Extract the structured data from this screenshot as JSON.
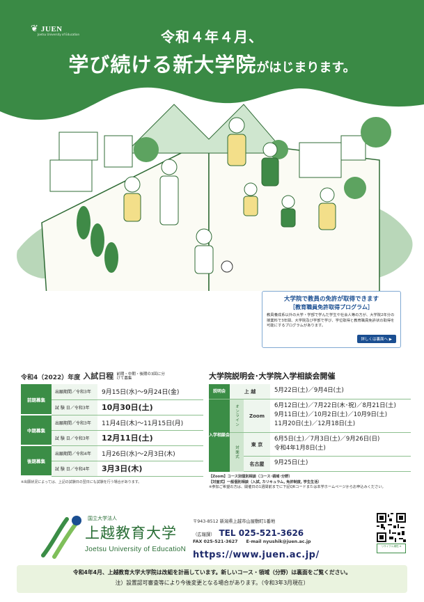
{
  "header": {
    "brand": "JUEN",
    "brand_sub": "Joetsu University of Education",
    "headline_line1": "令和４年４月、",
    "headline_main": "学び続ける新大学院",
    "headline_tail": "がはじまります。"
  },
  "license_box": {
    "title": "大学院で教員の免許が取得できます",
    "subtitle": "［教育職員免許取得プログラム］",
    "desc": "教員養成系以外の大学・学部で学んだ学生や社会人等の方が、大学院2年分の授業料で3年間、大学院及び学部で学び、学位取得と教育職員免許状の取得を可能にするプログラムがあります。",
    "more": "詳しくは裏面へ ▶"
  },
  "schedule": {
    "year": "令和4（2022）年度",
    "title": "入試日程",
    "note": "前期・中期・後期の3回に分けて募集",
    "rows": [
      {
        "period": "前期募集",
        "label": "出願期間／令和3年",
        "value": "9月15日(水)～9月24日(金)",
        "big": false
      },
      {
        "period": "",
        "label": "試 験 日／令和3年",
        "value": "10月30日(土)",
        "big": true
      },
      {
        "period": "中期募集",
        "label": "出願期間／令和3年",
        "value": "11月4日(木)～11月15日(月)",
        "big": false
      },
      {
        "period": "",
        "label": "試 験 日／令和3年",
        "value": "12月11日(土)",
        "big": true
      },
      {
        "period": "後期募集",
        "label": "出願期間／令和4年",
        "value": "1月26日(水)～2月3日(木)",
        "big": false
      },
      {
        "period": "",
        "label": "試 験 日／令和4年",
        "value": "3月3日(木)",
        "big": true
      }
    ],
    "footnote": "※出願状況によっては、上記の試験日の翌日にも試験を行う場合があります。"
  },
  "seminar": {
    "title": "大学院説明会･大学院入学相談会開催",
    "briefing_cat": "説明会",
    "briefing_place": "上 越",
    "briefing_dates": "5月22日(土)／9月4日(土)",
    "consult_cat": "入学相談会",
    "online_label": "オンライン",
    "zoom_place": "Zoom",
    "zoom_dates_1": "6月12日(土)／7月22日(木･祝)／8月21日(土)",
    "zoom_dates_2": "9月11日(土)／10月2日(土)／10月9日(土)",
    "zoom_dates_3": "11月20日(土)／12月18日(土)",
    "inperson_label": "対面式",
    "tokyo_place": "東 京",
    "tokyo_dates_1": "6月5日(土)／7月3日(土)／9月26日(日)",
    "tokyo_dates_2": "令和4年1月8日(土)",
    "nagoya_place": "名古屋",
    "nagoya_dates": "9月25日(土)",
    "note1": "【Zoom】コース別個別相談（コース･領域･分野）",
    "note2": "【対面式】一般個別相談（入試, カリキュラム, 免許制度, 学生生活）",
    "note3": "※参加ご希望の方は、開催日の1週間前までに下記QRコードまたは本学ホームページからお申込みください。"
  },
  "footer": {
    "logo_pre": "国立大学法人",
    "logo_kanji": "上越教育大学",
    "logo_en": "Joetsu University of EducatioN",
    "address": "〒943-8512 新潟県上越市山屋敷町1番地",
    "dept": "（広報課）",
    "tel": "TEL 025-521-3626",
    "fax": "FAX 025-521-3627",
    "email": "E-mail nyushik@juen.ac.jp",
    "url": "https://www.juen.ac.jp/",
    "recycle": "リサイクル適性 A",
    "notice_line1": "令和4年4月、上越教育大学大学院は改組を計画しています。新しいコース・領域（分野）は裏面をご覧ください。",
    "notice_line2": "注）設置認可審査等により今後変更となる場合があります。（令和3年3月現在）"
  },
  "colors": {
    "green_dark": "#2f7d3b",
    "green_mid": "#3b8d46",
    "green_light": "#cfe6cf",
    "navy": "#1e2a6b",
    "blue": "#1a4e91"
  }
}
